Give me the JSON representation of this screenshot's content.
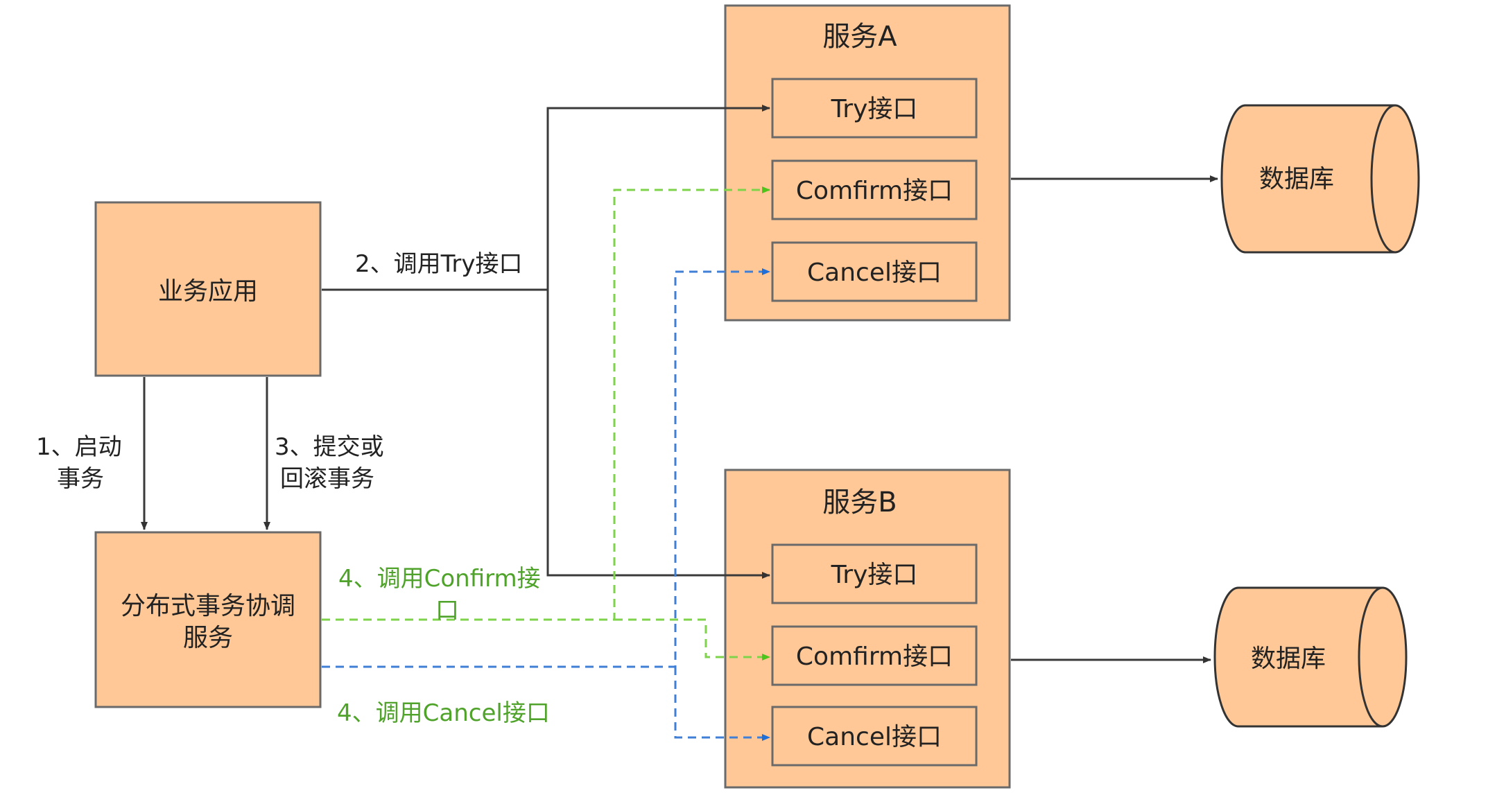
{
  "colors": {
    "box_fill": "#ffc896",
    "box_stroke": "#6a6a6a",
    "arrow_dark": "#333333",
    "arrow_green": "#7ed34a",
    "arrow_blue": "#3f7fd6",
    "text_green": "#4fa32a"
  },
  "nodes": {
    "business_app": "业务应用",
    "coordinator_line1": "分布式事务协调",
    "coordinator_line2": "服务",
    "service_a": {
      "title": "服务A",
      "try": "Try接口",
      "confirm": "Comfirm接口",
      "cancel": "Cancel接口"
    },
    "service_b": {
      "title": "服务B",
      "try": "Try接口",
      "confirm": "Comfirm接口",
      "cancel": "Cancel接口"
    },
    "db_a": "数据库",
    "db_b": "数据库"
  },
  "edges": {
    "start_line1": "1、启动",
    "start_line2": "事务",
    "commit_line1": "3、提交或",
    "commit_line2": "回滚事务",
    "call_try": "2、调用Try接口",
    "call_confirm_line1": "4、调用Confirm接",
    "call_confirm_line2": "口",
    "call_cancel": "4、调用Cancel接口"
  }
}
